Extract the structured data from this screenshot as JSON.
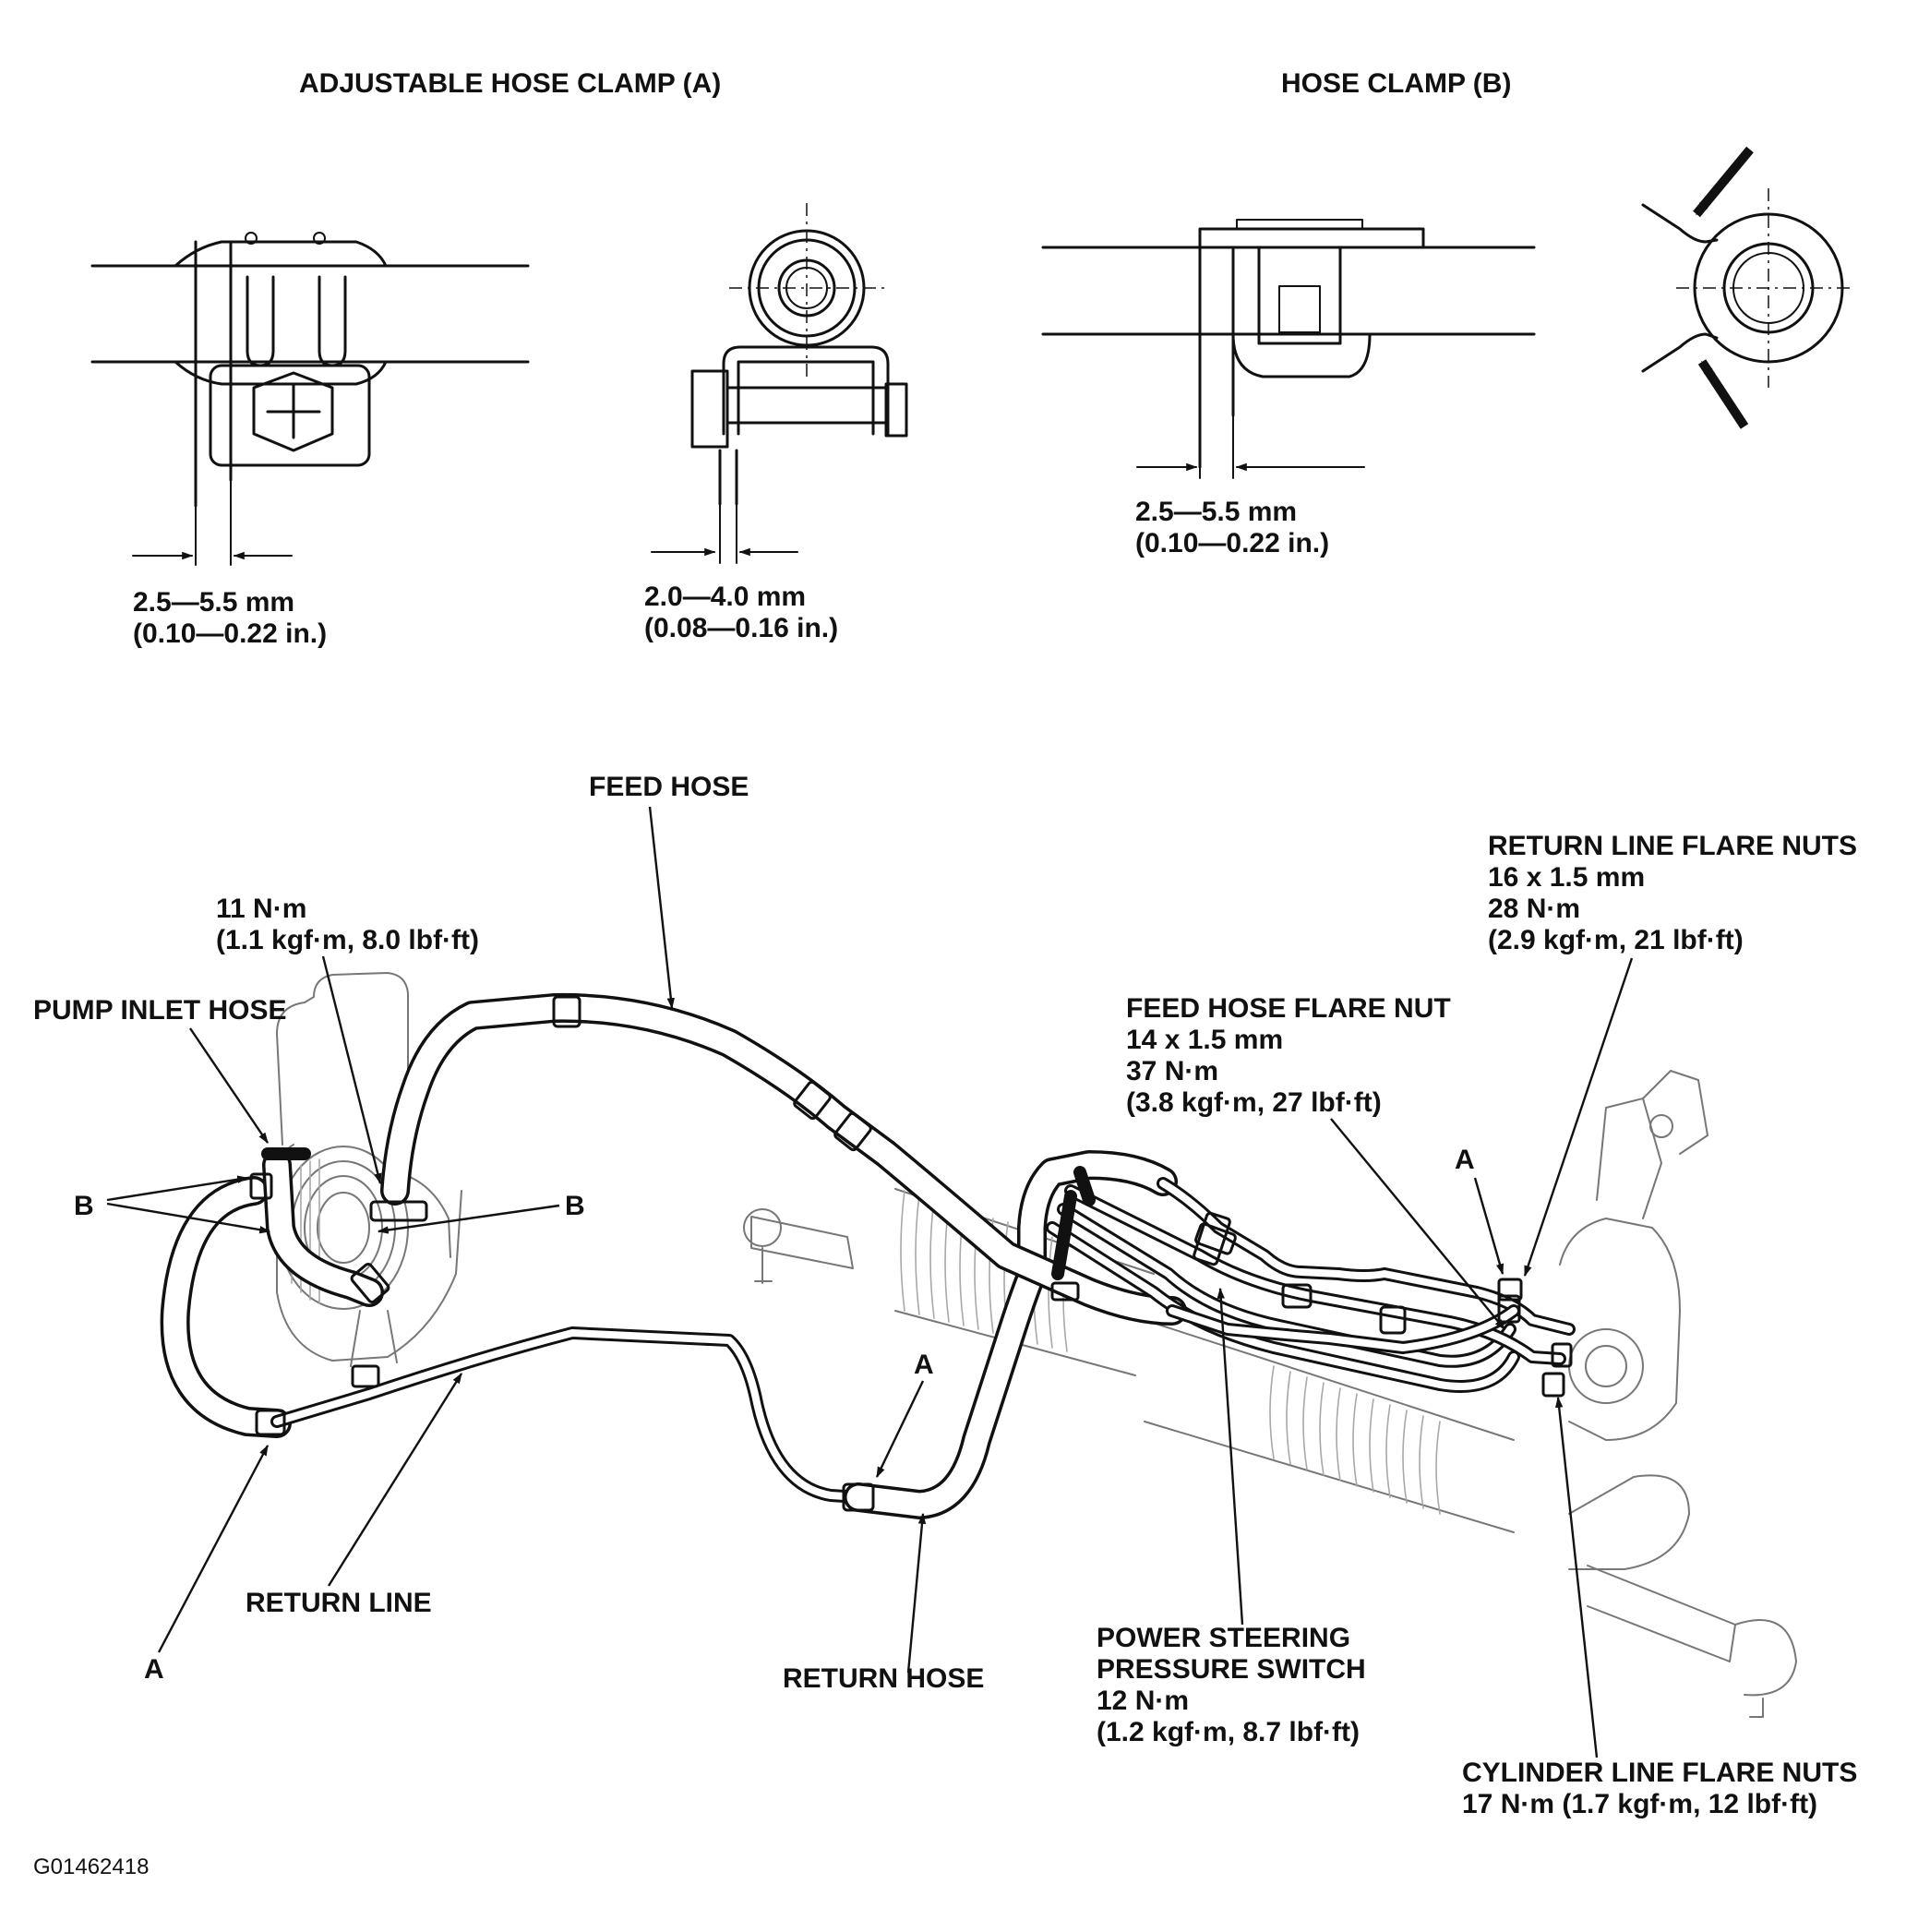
{
  "detail_a": {
    "title": "ADJUSTABLE HOSE CLAMP (A)",
    "side_dim_mm": "2.5—5.5 mm",
    "side_dim_in": "(0.10—0.22 in.)",
    "end_dim_mm": "2.0—4.0 mm",
    "end_dim_in": "(0.08—0.16 in.)"
  },
  "detail_b": {
    "title": "HOSE CLAMP (B)",
    "side_dim_mm": "2.5—5.5 mm",
    "side_dim_in": "(0.10—0.22 in.)"
  },
  "callouts": {
    "feed_hose": "FEED HOSE",
    "pump_bolt_torque_nm": "11 N·m",
    "pump_bolt_torque_alt": "(1.1 kgf·m, 8.0 lbf·ft)",
    "pump_inlet_hose": "PUMP INLET HOSE",
    "clamp_b_left": "B",
    "clamp_b_right": "B",
    "return_line": "RETURN LINE",
    "clamp_a_bottom_left": "A",
    "return_hose": "RETURN HOSE",
    "clamp_a_middle": "A",
    "clamp_a_right": "A",
    "feed_flare_title": "FEED HOSE FLARE NUT",
    "feed_flare_size": "14 x 1.5 mm",
    "feed_flare_torque_nm": "37 N·m",
    "feed_flare_torque_alt": "(3.8 kgf·m, 27 lbf·ft)",
    "return_flare_title": "RETURN LINE FLARE NUTS",
    "return_flare_size": "16 x 1.5 mm",
    "return_flare_torque_nm": "28 N·m",
    "return_flare_torque_alt": "(2.9 kgf·m, 21 lbf·ft)",
    "ps_switch_title_1": "POWER STEERING",
    "ps_switch_title_2": "PRESSURE SWITCH",
    "ps_switch_torque_nm": "12 N·m",
    "ps_switch_torque_alt": "(1.2 kgf·m, 8.7 lbf·ft)",
    "cyl_flare_title": "CYLINDER LINE FLARE NUTS",
    "cyl_flare_torque": "17 N·m (1.7 kgf·m, 12 lbf·ft)"
  },
  "figure_id": "G01462418"
}
